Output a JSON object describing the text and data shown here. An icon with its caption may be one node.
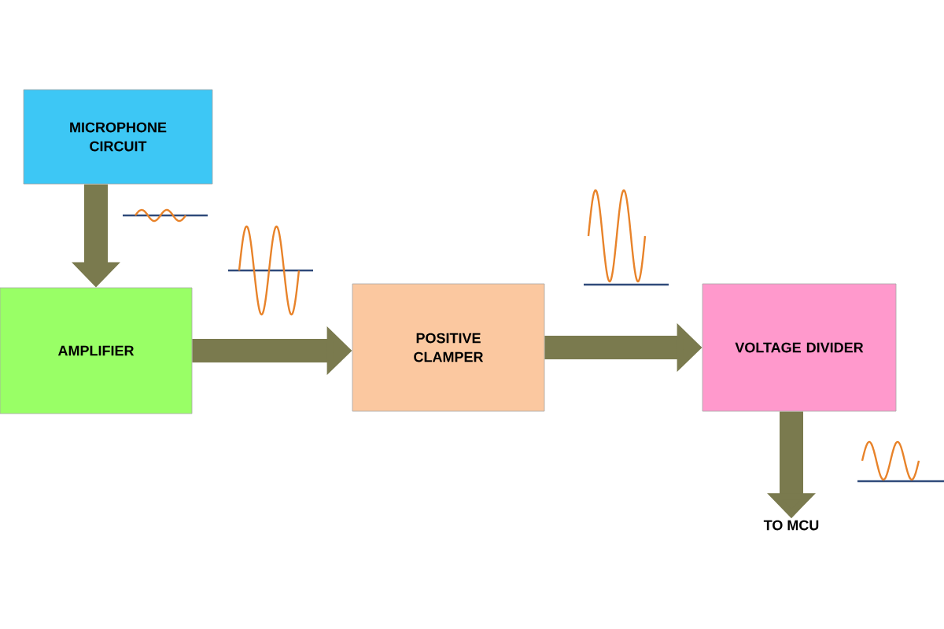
{
  "diagram": {
    "nodes": [
      {
        "text": [
          "MICROPHONE CIRCUIT"
        ]
      },
      {
        "text": [
          "AMPLIFIER"
        ]
      },
      {
        "text": [
          "POSITIVE CLAMPER"
        ]
      },
      {
        "text": [
          "VOLTAGE DIVIDER"
        ]
      },
      {
        "text": [
          "TO MCU"
        ]
      }
    ],
    "edges": [
      {
        "from": 0,
        "to": 1,
        "arrow": "to"
      },
      {
        "from": 1,
        "to": 2,
        "arrow": "to"
      },
      {
        "from": 2,
        "to": 3,
        "arrow": "to"
      },
      {
        "from": 3,
        "to": 4,
        "arrow": "to"
      }
    ]
  }
}
